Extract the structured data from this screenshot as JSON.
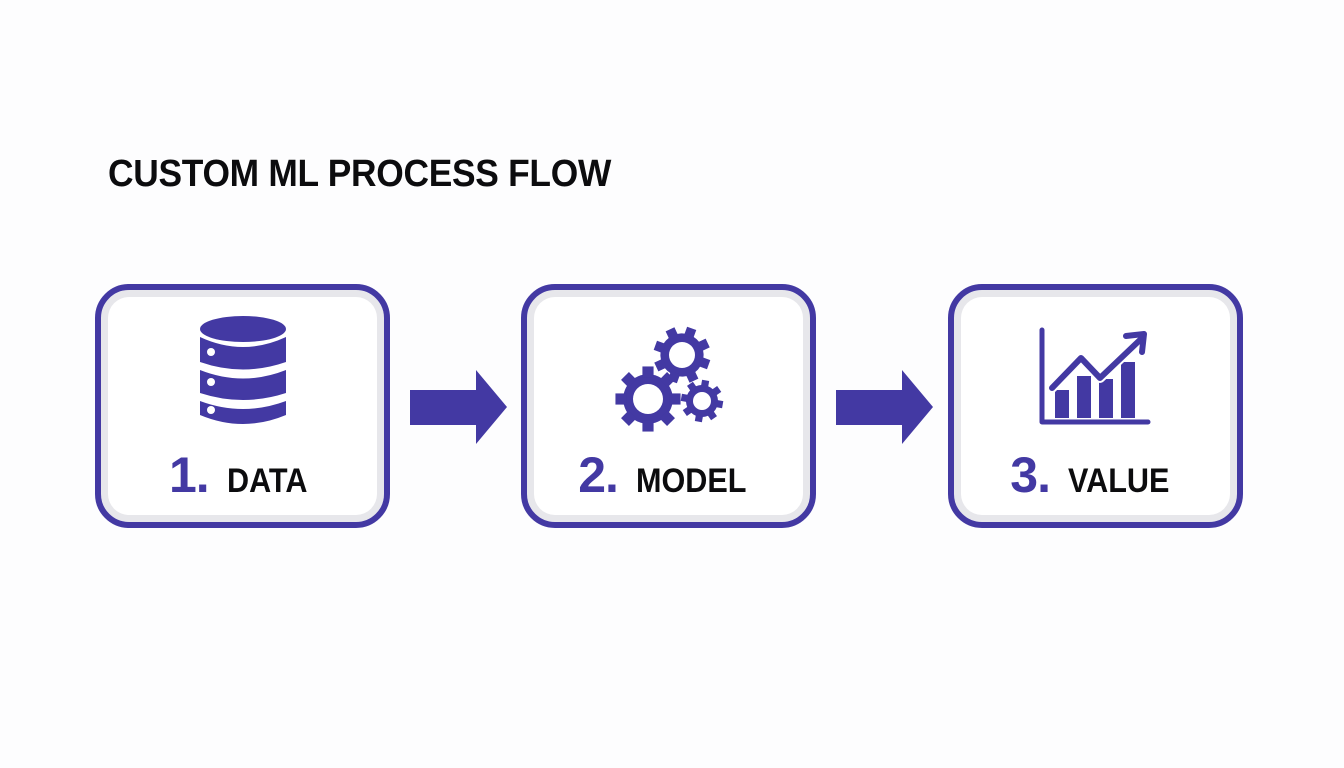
{
  "title": "CUSTOM ML PROCESS FLOW",
  "colors": {
    "accent": "#4339a3",
    "inner_band": "#e7e7eb",
    "text": "#0c0c0e",
    "background": "#fdfdfe"
  },
  "steps": [
    {
      "number": "1.",
      "label": "DATA",
      "icon": "database-icon"
    },
    {
      "number": "2.",
      "label": "MODEL",
      "icon": "gears-icon"
    },
    {
      "number": "3.",
      "label": "VALUE",
      "icon": "growth-chart-icon"
    }
  ],
  "connectors": [
    {
      "from": "DATA",
      "to": "MODEL",
      "icon": "arrow-right-icon"
    },
    {
      "from": "MODEL",
      "to": "VALUE",
      "icon": "arrow-right-icon"
    }
  ]
}
